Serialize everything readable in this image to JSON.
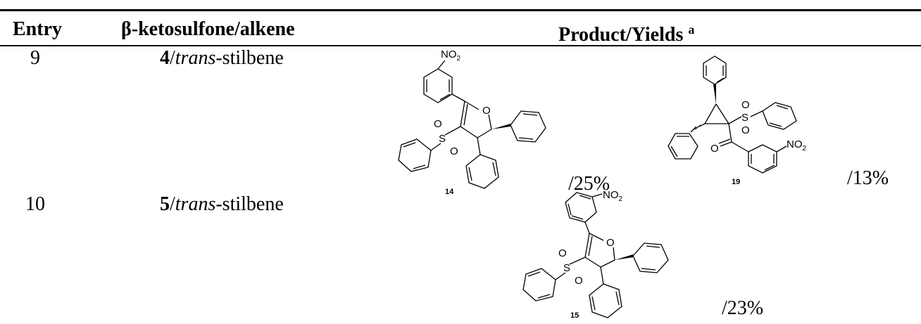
{
  "table": {
    "headers": {
      "entry": "Entry",
      "substrate": "β-ketosulfone/alkene",
      "product": "Product/Yields",
      "product_footnote": "a"
    },
    "rows": [
      {
        "entry": "9",
        "substrate_compound": "4",
        "substrate_alkene": "trans",
        "substrate_suffix": "-stilbene",
        "products": [
          {
            "compound": "14",
            "yield": "/25%"
          },
          {
            "compound": "19",
            "yield": "/13%"
          }
        ]
      },
      {
        "entry": "10",
        "substrate_compound": "5",
        "substrate_alkene": "trans",
        "substrate_suffix": "-stilbene",
        "products": [
          {
            "compound": "15",
            "yield": "/23%"
          }
        ]
      }
    ]
  },
  "atoms": {
    "oxygen": "O",
    "sulfur": "S",
    "nitro": "NO",
    "nitro_sub": "2"
  }
}
